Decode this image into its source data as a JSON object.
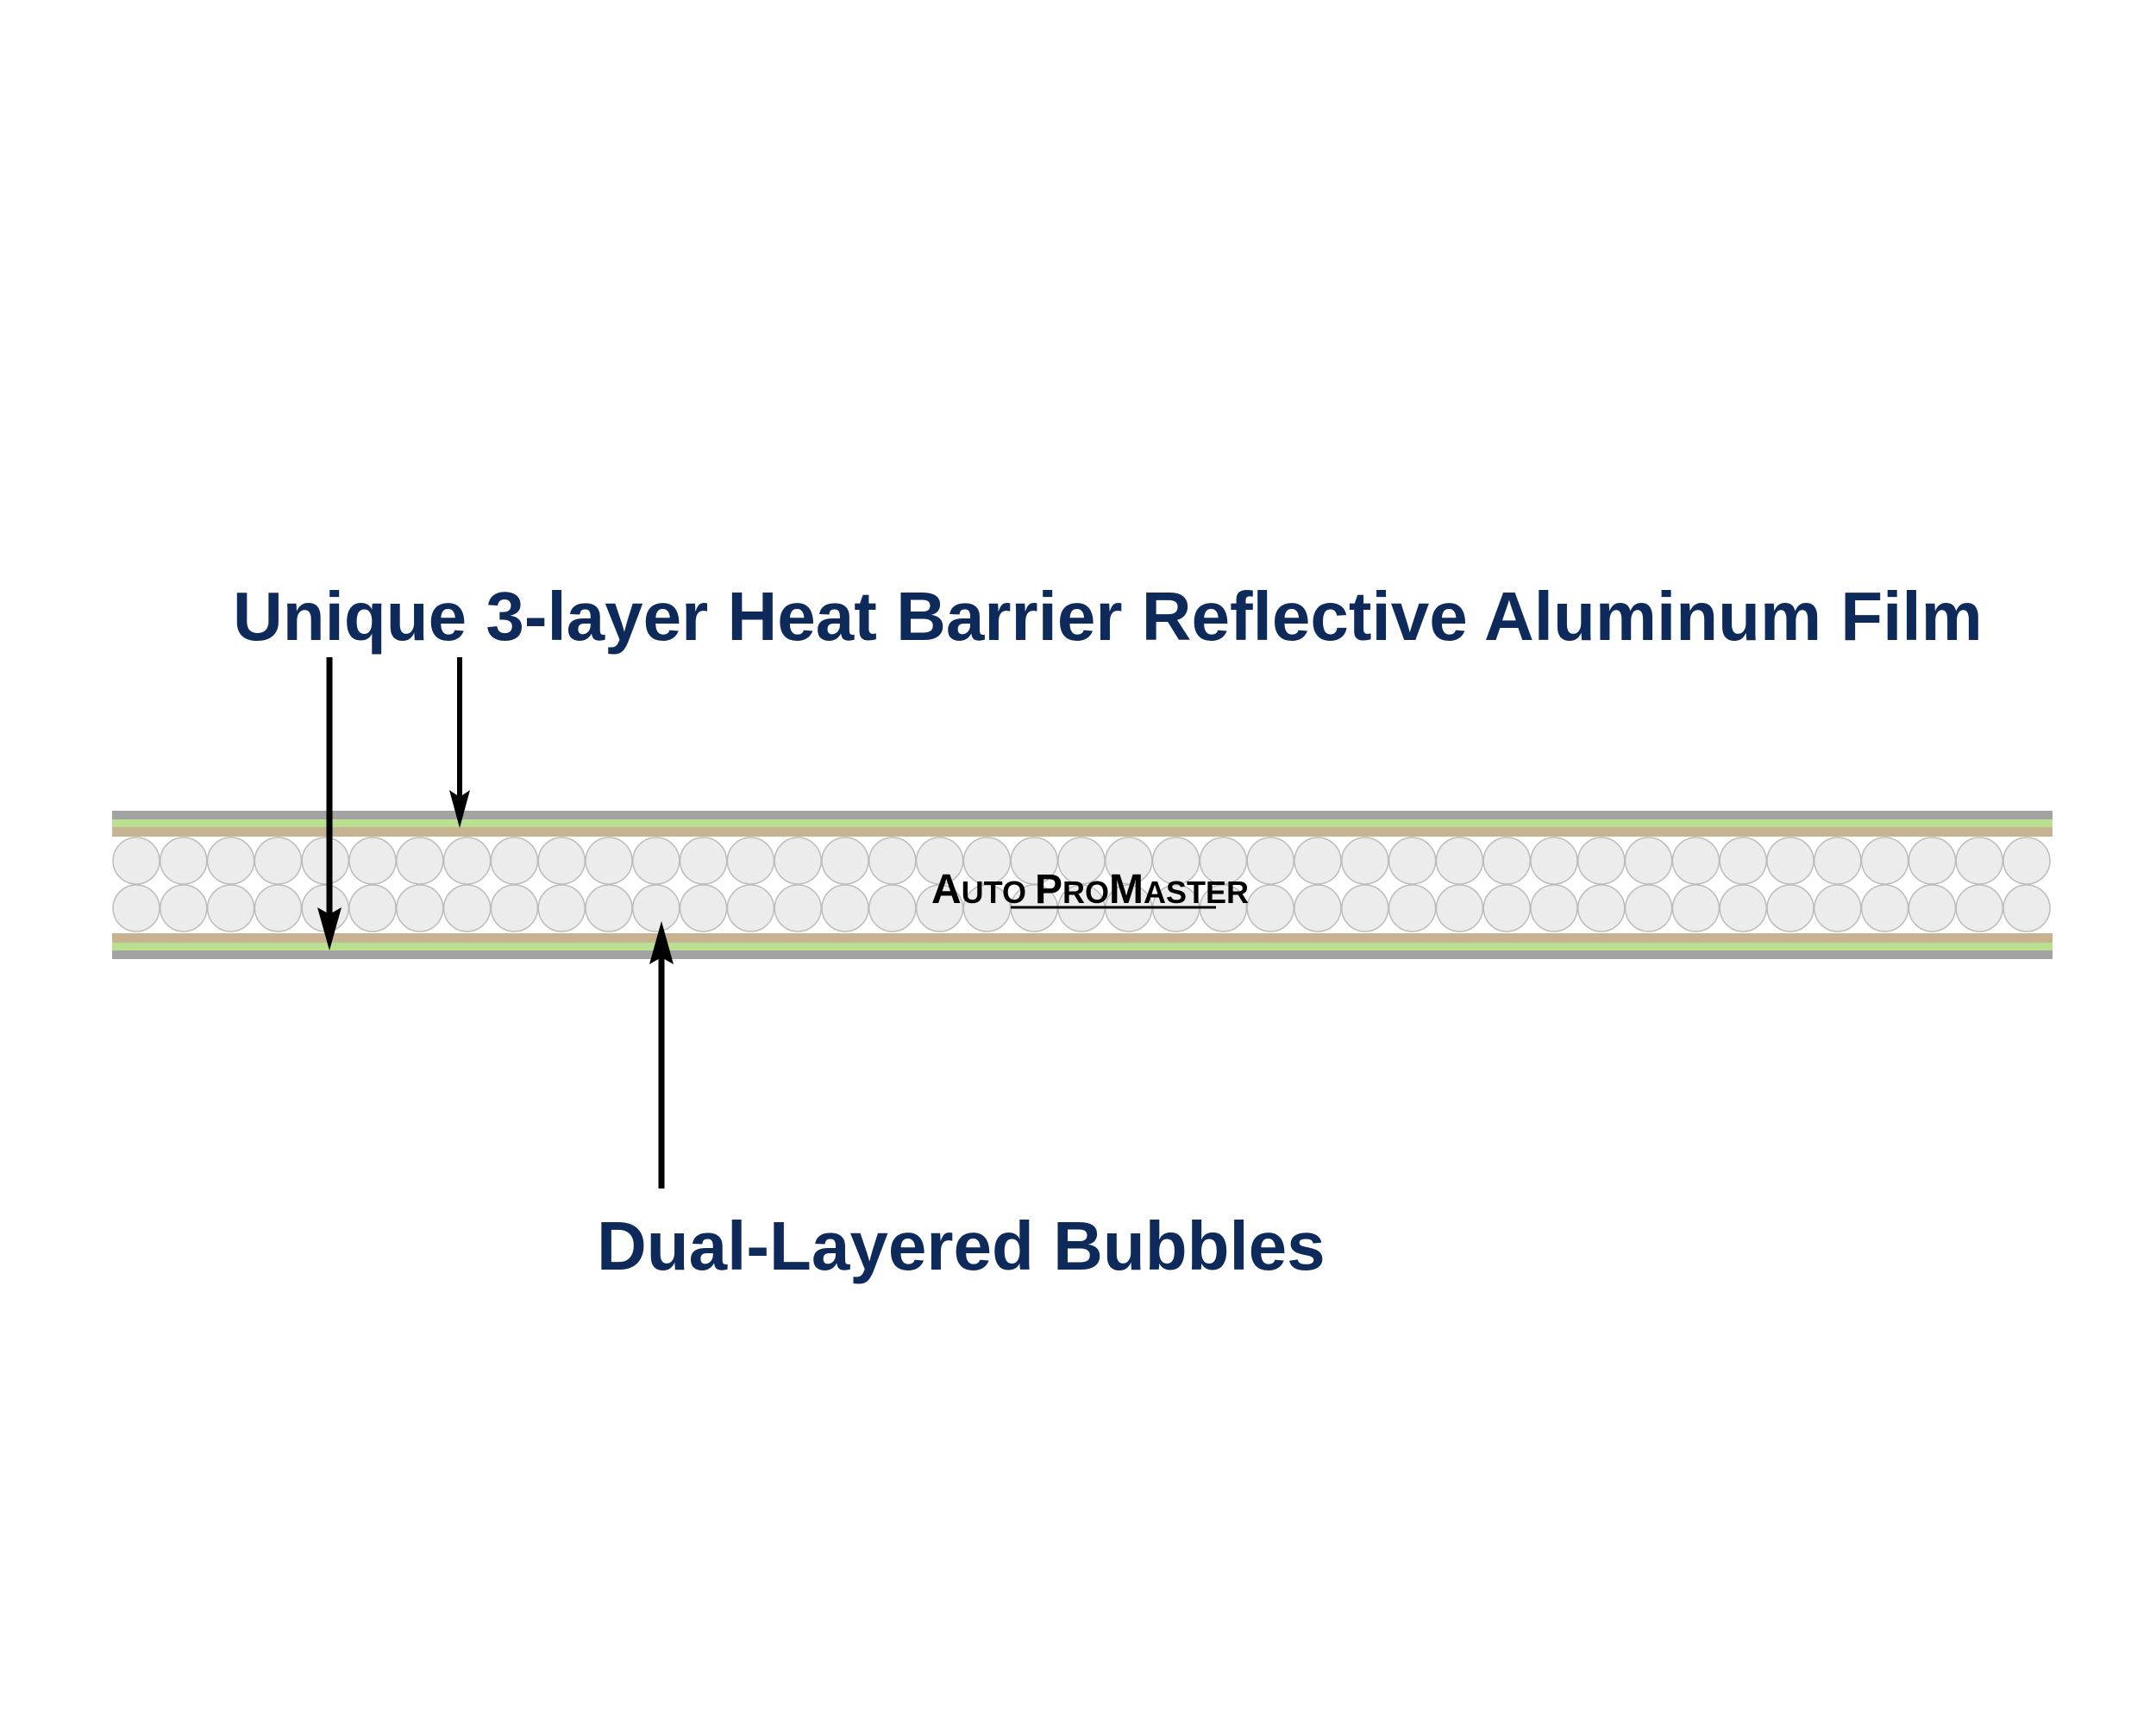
{
  "labels": {
    "film": "Unique 3-layer Heat Barrier Reflective Aluminum Film",
    "bubbles": "Dual-Layered Bubbles"
  },
  "logo": {
    "text": "AUTO PROMASTER"
  },
  "structure": {
    "bubble_rows": 2,
    "bubbles_per_row": 41,
    "film_layers": [
      "gray",
      "green",
      "tan"
    ]
  },
  "colors": {
    "label_text": "#0e2a5a",
    "film_gray": "#a3a3a3",
    "film_green": "#b9df91",
    "film_tan": "#c7b291",
    "bubble_fill": "#ececec",
    "bubble_stroke": "#bcbcbc",
    "arrow": "#000000",
    "logo": "#000000"
  }
}
